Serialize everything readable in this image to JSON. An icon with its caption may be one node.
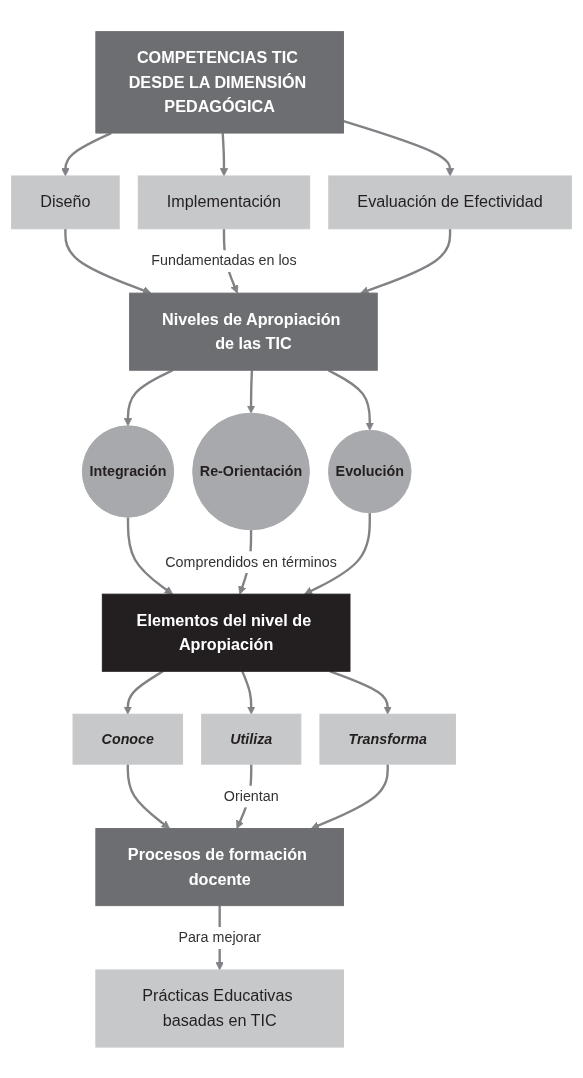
{
  "diagram": {
    "nodes": [
      {
        "text": [
          "COMPETENCIAS TIC DESDE LA DIMENSIÓN PEDAGÓGICA"
        ]
      },
      {
        "text": [
          "Diseño"
        ]
      },
      {
        "text": [
          "Implementación"
        ]
      },
      {
        "text": [
          "Evaluación de Efectividad"
        ]
      },
      {
        "text": [
          "Niveles de Apropiación de las TIC"
        ]
      },
      {
        "text": [
          "Integración"
        ]
      },
      {
        "text": [
          "Re-Orientación"
        ]
      },
      {
        "text": [
          "Evolución"
        ]
      },
      {
        "text": [
          "Elementos del nivel de Apropiación"
        ]
      },
      {
        "text": [
          "Conoce"
        ]
      },
      {
        "text": [
          "Utiliza"
        ]
      },
      {
        "text": [
          "Transforma"
        ]
      },
      {
        "text": [
          "Procesos de formación docente"
        ]
      },
      {
        "text": [
          "Prácticas Educativas basadas en TIC"
        ]
      }
    ],
    "edges": [
      {
        "from": 0,
        "to": 1,
        "arrow": "to"
      },
      {
        "from": 0,
        "to": 2,
        "arrow": "to"
      },
      {
        "from": 0,
        "to": 3,
        "arrow": "to"
      },
      {
        "from": 1,
        "to": 4,
        "arrow": "to"
      },
      {
        "from": 2,
        "to": 4,
        "arrow": "to",
        "label": "Fundamentadas en los"
      },
      {
        "from": 3,
        "to": 4,
        "arrow": "to"
      },
      {
        "from": 4,
        "to": 5,
        "arrow": "to"
      },
      {
        "from": 4,
        "to": 6,
        "arrow": "to"
      },
      {
        "from": 4,
        "to": 7,
        "arrow": "to"
      },
      {
        "from": 5,
        "to": 8,
        "arrow": "to"
      },
      {
        "from": 6,
        "to": 8,
        "arrow": "to",
        "label": "Comprendidos en términos"
      },
      {
        "from": 7,
        "to": 8,
        "arrow": "to"
      },
      {
        "from": 8,
        "to": 9,
        "arrow": "to"
      },
      {
        "from": 8,
        "to": 10,
        "arrow": "to"
      },
      {
        "from": 8,
        "to": 11,
        "arrow": "to"
      },
      {
        "from": 9,
        "to": 12,
        "arrow": "to"
      },
      {
        "from": 10,
        "to": 12,
        "arrow": "to",
        "label": "Orientan"
      },
      {
        "from": 11,
        "to": 12,
        "arrow": "to"
      },
      {
        "from": 12,
        "to": 13,
        "arrow": "to",
        "label": "Para mejorar"
      }
    ]
  }
}
